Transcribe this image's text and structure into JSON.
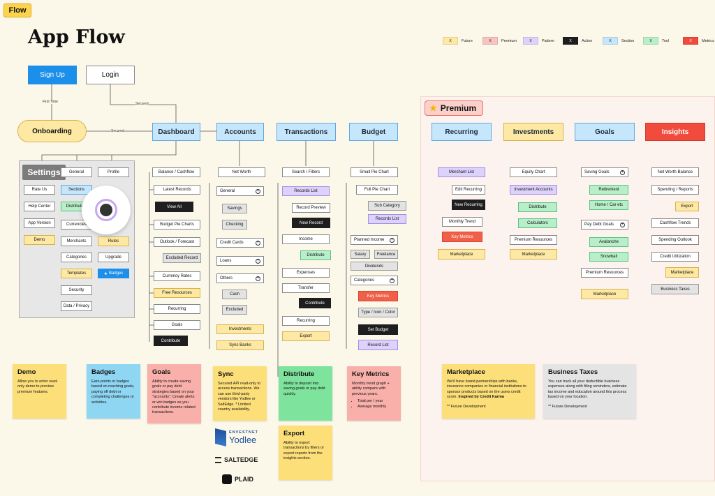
{
  "tag": "Flow",
  "title": "App Flow",
  "legend": [
    {
      "chip": "X",
      "label": "Future",
      "color": "#fde9a3"
    },
    {
      "chip": "X",
      "label": "Premium",
      "color": "#f9c4c0"
    },
    {
      "chip": "X",
      "label": "Pattern",
      "color": "#ddd2fb"
    },
    {
      "chip": "X",
      "label": "Action",
      "color": "#1e1e1e"
    },
    {
      "chip": "X",
      "label": "Section",
      "color": "#c5e6fb"
    },
    {
      "chip": "X",
      "label": "Tool",
      "color": "#b8efc9"
    },
    {
      "chip": "X",
      "label": "Metrics",
      "color": "#f04b3c"
    }
  ],
  "entry": {
    "signup": "Sign Up",
    "login": "Login",
    "onboarding": "Onboarding",
    "first_time": "First Time",
    "secured": "Secured",
    "secured2": "Secured"
  },
  "sections": {
    "dashboard": "Dashboard",
    "accounts": "Accounts",
    "transactions": "Transactions",
    "budget": "Budget",
    "recurring": "Recurring",
    "investments": "Investments",
    "goals": "Goals",
    "insights": "Insights"
  },
  "premium_label": "Premium",
  "settings": {
    "title": "Settings",
    "items": [
      "General",
      "Profile",
      "Rate Us",
      "Sections",
      "Help Center",
      "Distribution",
      "App Version",
      "Currencies",
      "Demo",
      "Merchants",
      "Rules",
      "Categories",
      "Upgrade",
      "Templates",
      "Badges",
      "Security",
      "Data / Privacy"
    ]
  },
  "dashboard_items": [
    "Balance / Cashflow",
    "Latest Records",
    "View All",
    "Budget Pie Charts",
    "Outlook / Forecast",
    "Excluded Record",
    "Currency Rates",
    "Free Resources",
    "Recurring",
    "Goals",
    "Contribute"
  ],
  "accounts_items": [
    "Net Worth",
    "General",
    "Savings",
    "Checking",
    "Credit Cards",
    "Loans",
    "Others",
    "Cash",
    "Excluded",
    "Investments",
    "Sync Banks"
  ],
  "transactions_items": [
    "Search / Filters",
    "Records List",
    "Record Preview",
    "New Record",
    "Income",
    "Distribute",
    "Expenses",
    "Transfer",
    "Contribute",
    "Recurring",
    "Export"
  ],
  "budget_items": [
    "Small Pie Chart",
    "Full Pie Chart",
    "Sub Category",
    "Records List",
    "Planned Income",
    "Salary",
    "Freelance",
    "Dividends",
    "Categories",
    "Key Metrics",
    "Type / Icon / Color",
    "Set Budget",
    "Record List"
  ],
  "recurring_items": [
    "Merchant List",
    "Edit Recurring",
    "New Recurring",
    "Monthly Trend",
    "Key Metrics",
    "Marketplace"
  ],
  "investments_items": [
    "Equity Chart",
    "Investment Accounts",
    "Distribute",
    "Calculators",
    "Premium Resources",
    "Marketplace"
  ],
  "goals_items": [
    "Saving Goals",
    "Retirement",
    "Home / Car etc",
    "Pay Debt Goals",
    "Avalanche",
    "Snowball",
    "Premium Resources",
    "Marketplace"
  ],
  "insights_items": [
    "Net Worth Balance",
    "Spending / Reports",
    "Export",
    "Cashflow Trends",
    "Spending Outlook",
    "Credit Utilization",
    "Marketplace",
    "Business Taxes"
  ],
  "notes": {
    "demo": {
      "title": "Demo",
      "body": "Allow you to enter read-only demo to preview premium features."
    },
    "badges": {
      "title": "Badges",
      "body": "Earn points or badges based on reaching goals, paying off debt or completing challenges or activities."
    },
    "goals": {
      "title": "Goals",
      "body": "Ability to create saving goals or pay debt strategies based on your \"accounts\". Create alerts or win badges as you contribute income related transactions."
    },
    "sync": {
      "title": "Sync",
      "body": "Secured API read-only to access transactions. We can use third-party vendors like Yodlee or SaltEdge. * Limited country availability."
    },
    "distribute": {
      "title": "Distribute",
      "body": "Ability to deposit into saving goals or pay debt quickly."
    },
    "export": {
      "title": "Export",
      "body": "Ability to export transactions by filters or export reports from the insights section."
    },
    "key_metrics": {
      "title": "Key Metrics",
      "body": "Monthly trend graph + ability compare with previous years.",
      "bullets": [
        "Total per / year",
        "Average monthly"
      ]
    },
    "marketplace": {
      "title": "Marketplace",
      "body": "We'll have brand partnerships with banks, insurance companies or financial institutions to sponsor products based on the users credit score.",
      "bold": "Inspired by Credit Karma",
      "footer": "** Future Development"
    },
    "business_taxes": {
      "title": "Business Taxes",
      "body": "You can track all your deductible business expenses along with filing reminders, estimate tax income and education around this process based on your location.",
      "footer": "** Future Development"
    }
  },
  "vendors": {
    "envestnet": "ENVESTNET",
    "yodlee": "Yodlee",
    "saltedge": "SALTEDGE",
    "plaid": "PLAID"
  }
}
